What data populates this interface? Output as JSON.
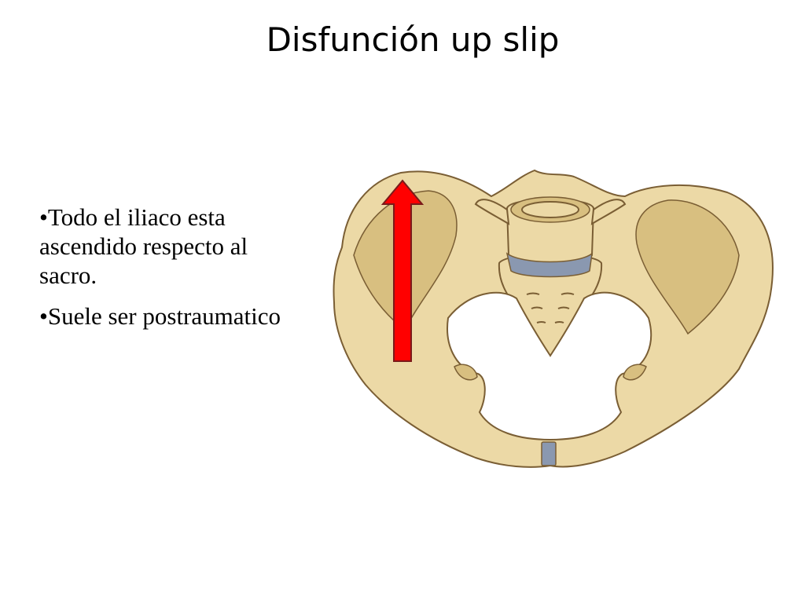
{
  "slide": {
    "title": "Disfunción up slip",
    "bullets": [
      {
        "marker": "•",
        "text": "Todo el iliaco esta ascendido respecto al sacro."
      },
      {
        "marker": "•",
        "text": "Suele ser postraumatico"
      }
    ]
  },
  "figure": {
    "colors": {
      "bone": "#ecd9a6",
      "bone_shade": "#d8bf80",
      "outline": "#7a5e34",
      "cartilage": "#8a98b0",
      "arrow": "#ff0000"
    }
  }
}
